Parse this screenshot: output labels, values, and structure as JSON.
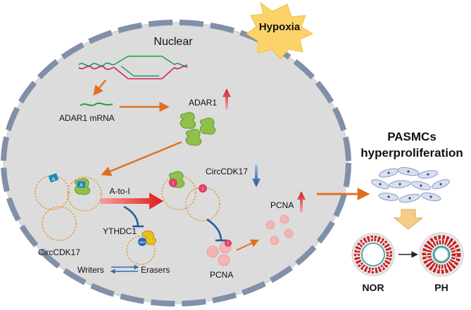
{
  "hypoxia": "Hypoxia",
  "nuclear": "Nuclear",
  "adar1_mrna": "ADAR1 mRNA",
  "adar1": "ADAR1",
  "circcdk17_left": "CircCDK17",
  "circcdk17_right": "CircCDK17",
  "a_to_i": "A-to-I",
  "ythdc1": "YTHDC1",
  "writers": "Writers",
  "erasers": "Erasers",
  "pcna_upper": "PCNA",
  "pcna_lower": "PCNA",
  "pasmcs_line1": "PASMCs",
  "pasmcs_line2": "hyperproliferation",
  "nor": "NOR",
  "ph": "PH",
  "marks": {
    "adenosine": "A",
    "inosine": "I",
    "m6a": "m6A"
  },
  "colors": {
    "cell_fill": "#dcdcdc",
    "membrane": "#8090a8",
    "arrow_orange": "#e07020",
    "adar1_green": "#8fc04a",
    "up_arrow": "#d02020",
    "down_arrow": "#2a5aa0",
    "pcna_pink": "#f2b4b4",
    "hypoxia_star": "#fbd36a",
    "inosine_red": "#e0406a",
    "adenosine_blue": "#1e88b8"
  }
}
